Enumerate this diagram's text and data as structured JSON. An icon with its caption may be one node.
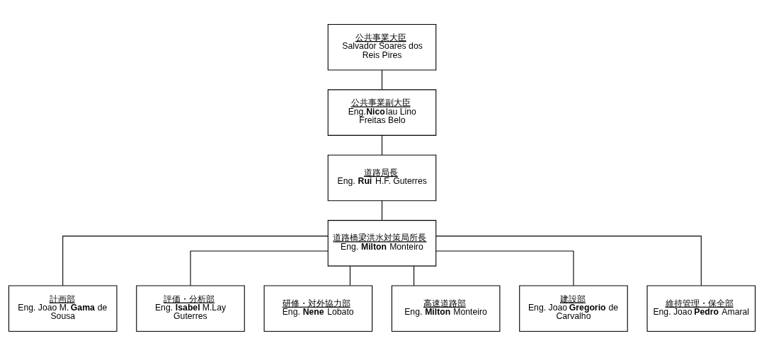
{
  "diagram": {
    "nodes": [
      {
        "text": [
          "公共事業大臣",
          "Salvador Soares dos Reis Pires"
        ]
      },
      {
        "text": [
          "公共事業副大臣",
          "Eng.**Nico**lau Lino Freitas Belo"
        ]
      },
      {
        "text": [
          "道路局長",
          "Eng. **Rui** H.F. Guterres"
        ]
      },
      {
        "text": [
          "道路橋梁洪水対策局所長",
          "Eng. **Milton** Monteiro"
        ]
      },
      {
        "text": [
          "計画部",
          "Eng. Joao M. **Gama** de Sousa"
        ]
      },
      {
        "text": [
          "評価・分析部",
          "Eng. **Isabel** M.Lay Guterres"
        ]
      },
      {
        "text": [
          "研修・対外協力部",
          "Eng. **Nene** Lobato"
        ]
      },
      {
        "text": [
          "高速道路部",
          "Eng. **Milton** Monteiro"
        ]
      },
      {
        "text": [
          "建設部",
          "Eng. Joao **Gregorio** de Carvalho"
        ]
      },
      {
        "text": [
          "維持管理・保全部",
          "Eng. Joao **Pedro** Amaral"
        ]
      }
    ],
    "edges": [
      {
        "from": 0,
        "to": 1,
        "arrow": "none"
      },
      {
        "from": 1,
        "to": 2,
        "arrow": "none"
      },
      {
        "from": 2,
        "to": 3,
        "arrow": "none"
      },
      {
        "from": 3,
        "to": 4,
        "arrow": "none"
      },
      {
        "from": 3,
        "to": 5,
        "arrow": "none"
      },
      {
        "from": 3,
        "to": 6,
        "arrow": "none"
      },
      {
        "from": 3,
        "to": 7,
        "arrow": "none"
      },
      {
        "from": 3,
        "to": 8,
        "arrow": "none"
      },
      {
        "from": 3,
        "to": 9,
        "arrow": "none"
      }
    ]
  }
}
